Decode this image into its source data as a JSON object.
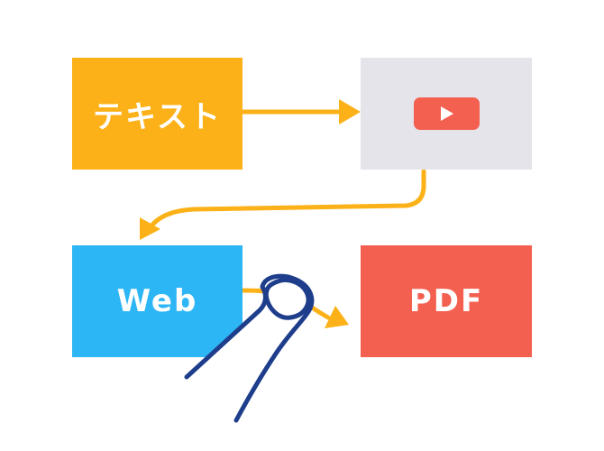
{
  "boxes": {
    "text": {
      "label": "テキスト",
      "color": "#FBB117"
    },
    "video": {
      "color": "#E5E4EA",
      "play_button_color": "#F46050",
      "icon": "play-button-icon"
    },
    "web": {
      "label": "Web",
      "color": "#2DB6F5"
    },
    "pdf": {
      "label": "PDF",
      "color": "#F46050"
    }
  },
  "colors": {
    "arrow": "#FBB117",
    "hand_outline": "#1E3E8C"
  },
  "icons": {
    "hand": "pointing-finger-icon"
  }
}
